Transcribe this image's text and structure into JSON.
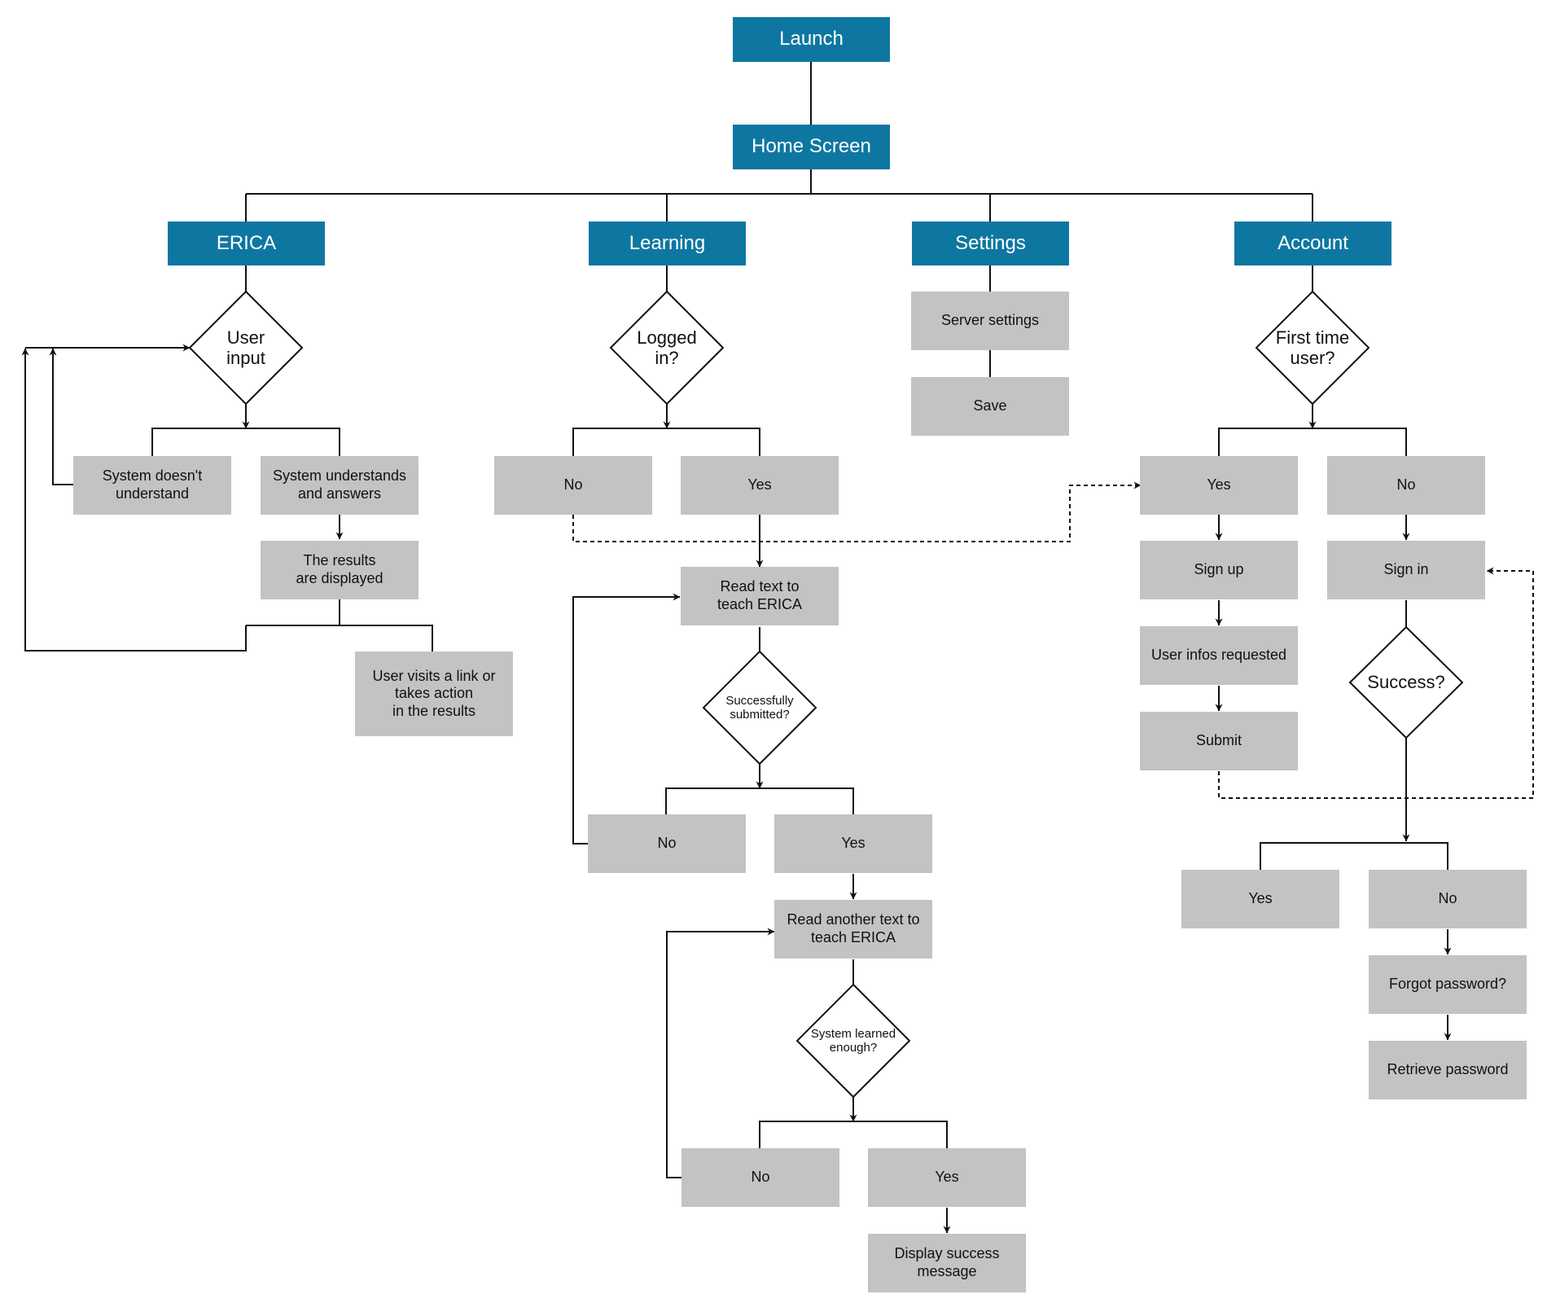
{
  "colors": {
    "header": "#0e77a1",
    "step": "#c3c3c3",
    "line": "#111111"
  },
  "nodes": {
    "launch": "Launch",
    "home": "Home Screen",
    "erica": "ERICA",
    "learning": "Learning",
    "settings": "Settings",
    "account": "Account",
    "user_input": "User\ninput",
    "sys_not_understand": "System doesn't\nunderstand",
    "sys_understands": "System understands\nand answers",
    "results_displayed": "The results\nare displayed",
    "user_visits": "User visits a link or\ntakes action\nin the results",
    "logged_in": "Logged\nin?",
    "learn_no": "No",
    "learn_yes": "Yes",
    "read_text": "Read text to\nteach ERICA",
    "successfully_submitted": "Successfully\nsubmitted?",
    "submitted_no": "No",
    "submitted_yes": "Yes",
    "read_another": "Read another text to\nteach ERICA",
    "system_learned": "System learned\nenough?",
    "learned_no": "No",
    "learned_yes": "Yes",
    "display_success": "Display success\nmessage",
    "server_settings": "Server settings",
    "save": "Save",
    "first_time": "First time\nuser?",
    "acct_yes": "Yes",
    "acct_no": "No",
    "sign_up": "Sign up",
    "user_infos": "User infos requested",
    "submit": "Submit",
    "sign_in": "Sign in",
    "success": "Success?",
    "success_yes": "Yes",
    "success_no": "No",
    "forgot_password": "Forgot password?",
    "retrieve_password": "Retrieve password"
  }
}
